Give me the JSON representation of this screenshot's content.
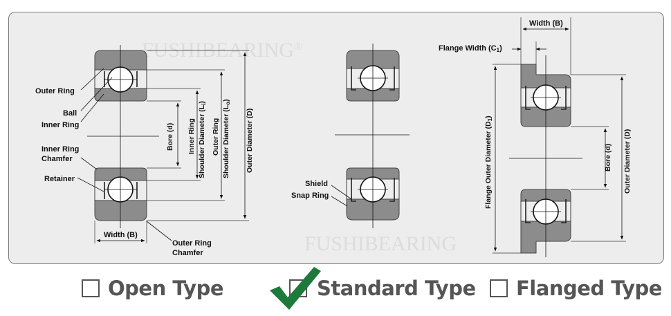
{
  "watermark": "FUSHIBEARING",
  "watermark_mark": "®",
  "open": {
    "labels": {
      "outer_ring": "Outer Ring",
      "ball": "Ball",
      "inner_ring": "Inner Ring",
      "inner_ring_chamfer_1": "Inner Ring",
      "inner_ring_chamfer_2": "Chamfer",
      "retainer": "Retainer",
      "width": "Width (B)",
      "outer_ring_chamfer_1": "Outer Ring",
      "outer_ring_chamfer_2": "Chamfer",
      "bore": "Bore (d)",
      "inner_shoulder_1": "Inner Ring",
      "inner_shoulder_2": "Shoulder Diameter (L",
      "inner_shoulder_sub": "i",
      "outer_shoulder_1": "Outer Ring",
      "outer_shoulder_2": "Shoulder Diameter (L",
      "outer_shoulder_sub": "o",
      "outer_diameter": "Outer Diameter (D)"
    }
  },
  "standard": {
    "labels": {
      "shield": "Shield",
      "snap_ring": "Snap Ring"
    }
  },
  "flanged": {
    "labels": {
      "width": "Width (B)",
      "flange_width": "Flange Width (C",
      "flange_width_sub": "1",
      "flange_od": "Flange Outer Diameter (D",
      "flange_od_sub": "1",
      "bore": "Bore (d)",
      "outer_diameter": "Outer Diameter (D)"
    }
  },
  "options": [
    {
      "label": "Open Type",
      "checked": false
    },
    {
      "label": "Standard Type",
      "checked": true
    },
    {
      "label": "Flanged Type",
      "checked": false
    }
  ],
  "colors": {
    "ring": "#8c8c8c",
    "check": "#1e7a3c",
    "panel": "#ededed"
  },
  "icons": {
    "check": "check-mark-icon",
    "box": "checkbox-icon"
  }
}
